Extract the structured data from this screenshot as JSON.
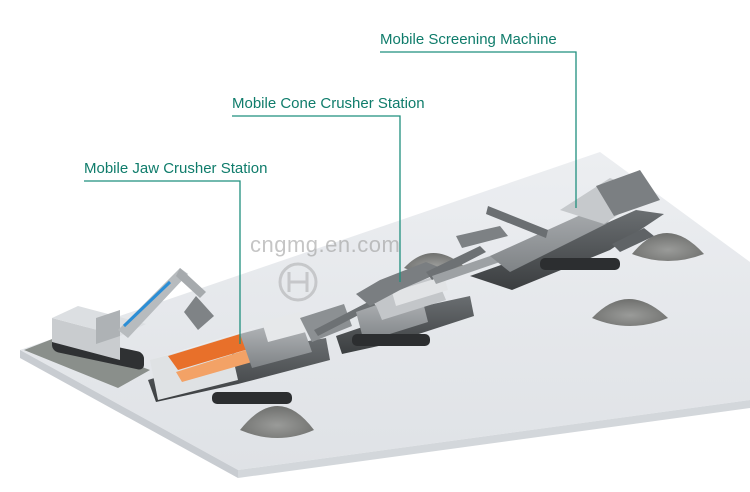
{
  "labels": {
    "screening": "Mobile Screening Machine",
    "cone": "Mobile Cone Crusher Station",
    "jaw": "Mobile Jaw Crusher Station"
  },
  "watermark": {
    "text": "cngmg.en.com"
  },
  "colors": {
    "label_text": "#0f7c6b",
    "leader_line": "#1f8f7e",
    "ground": "#e4e6ea",
    "machine_body": "#8f9396",
    "accent_orange": "#e8702a"
  },
  "icons": {
    "logo": "company-logo-mark"
  }
}
